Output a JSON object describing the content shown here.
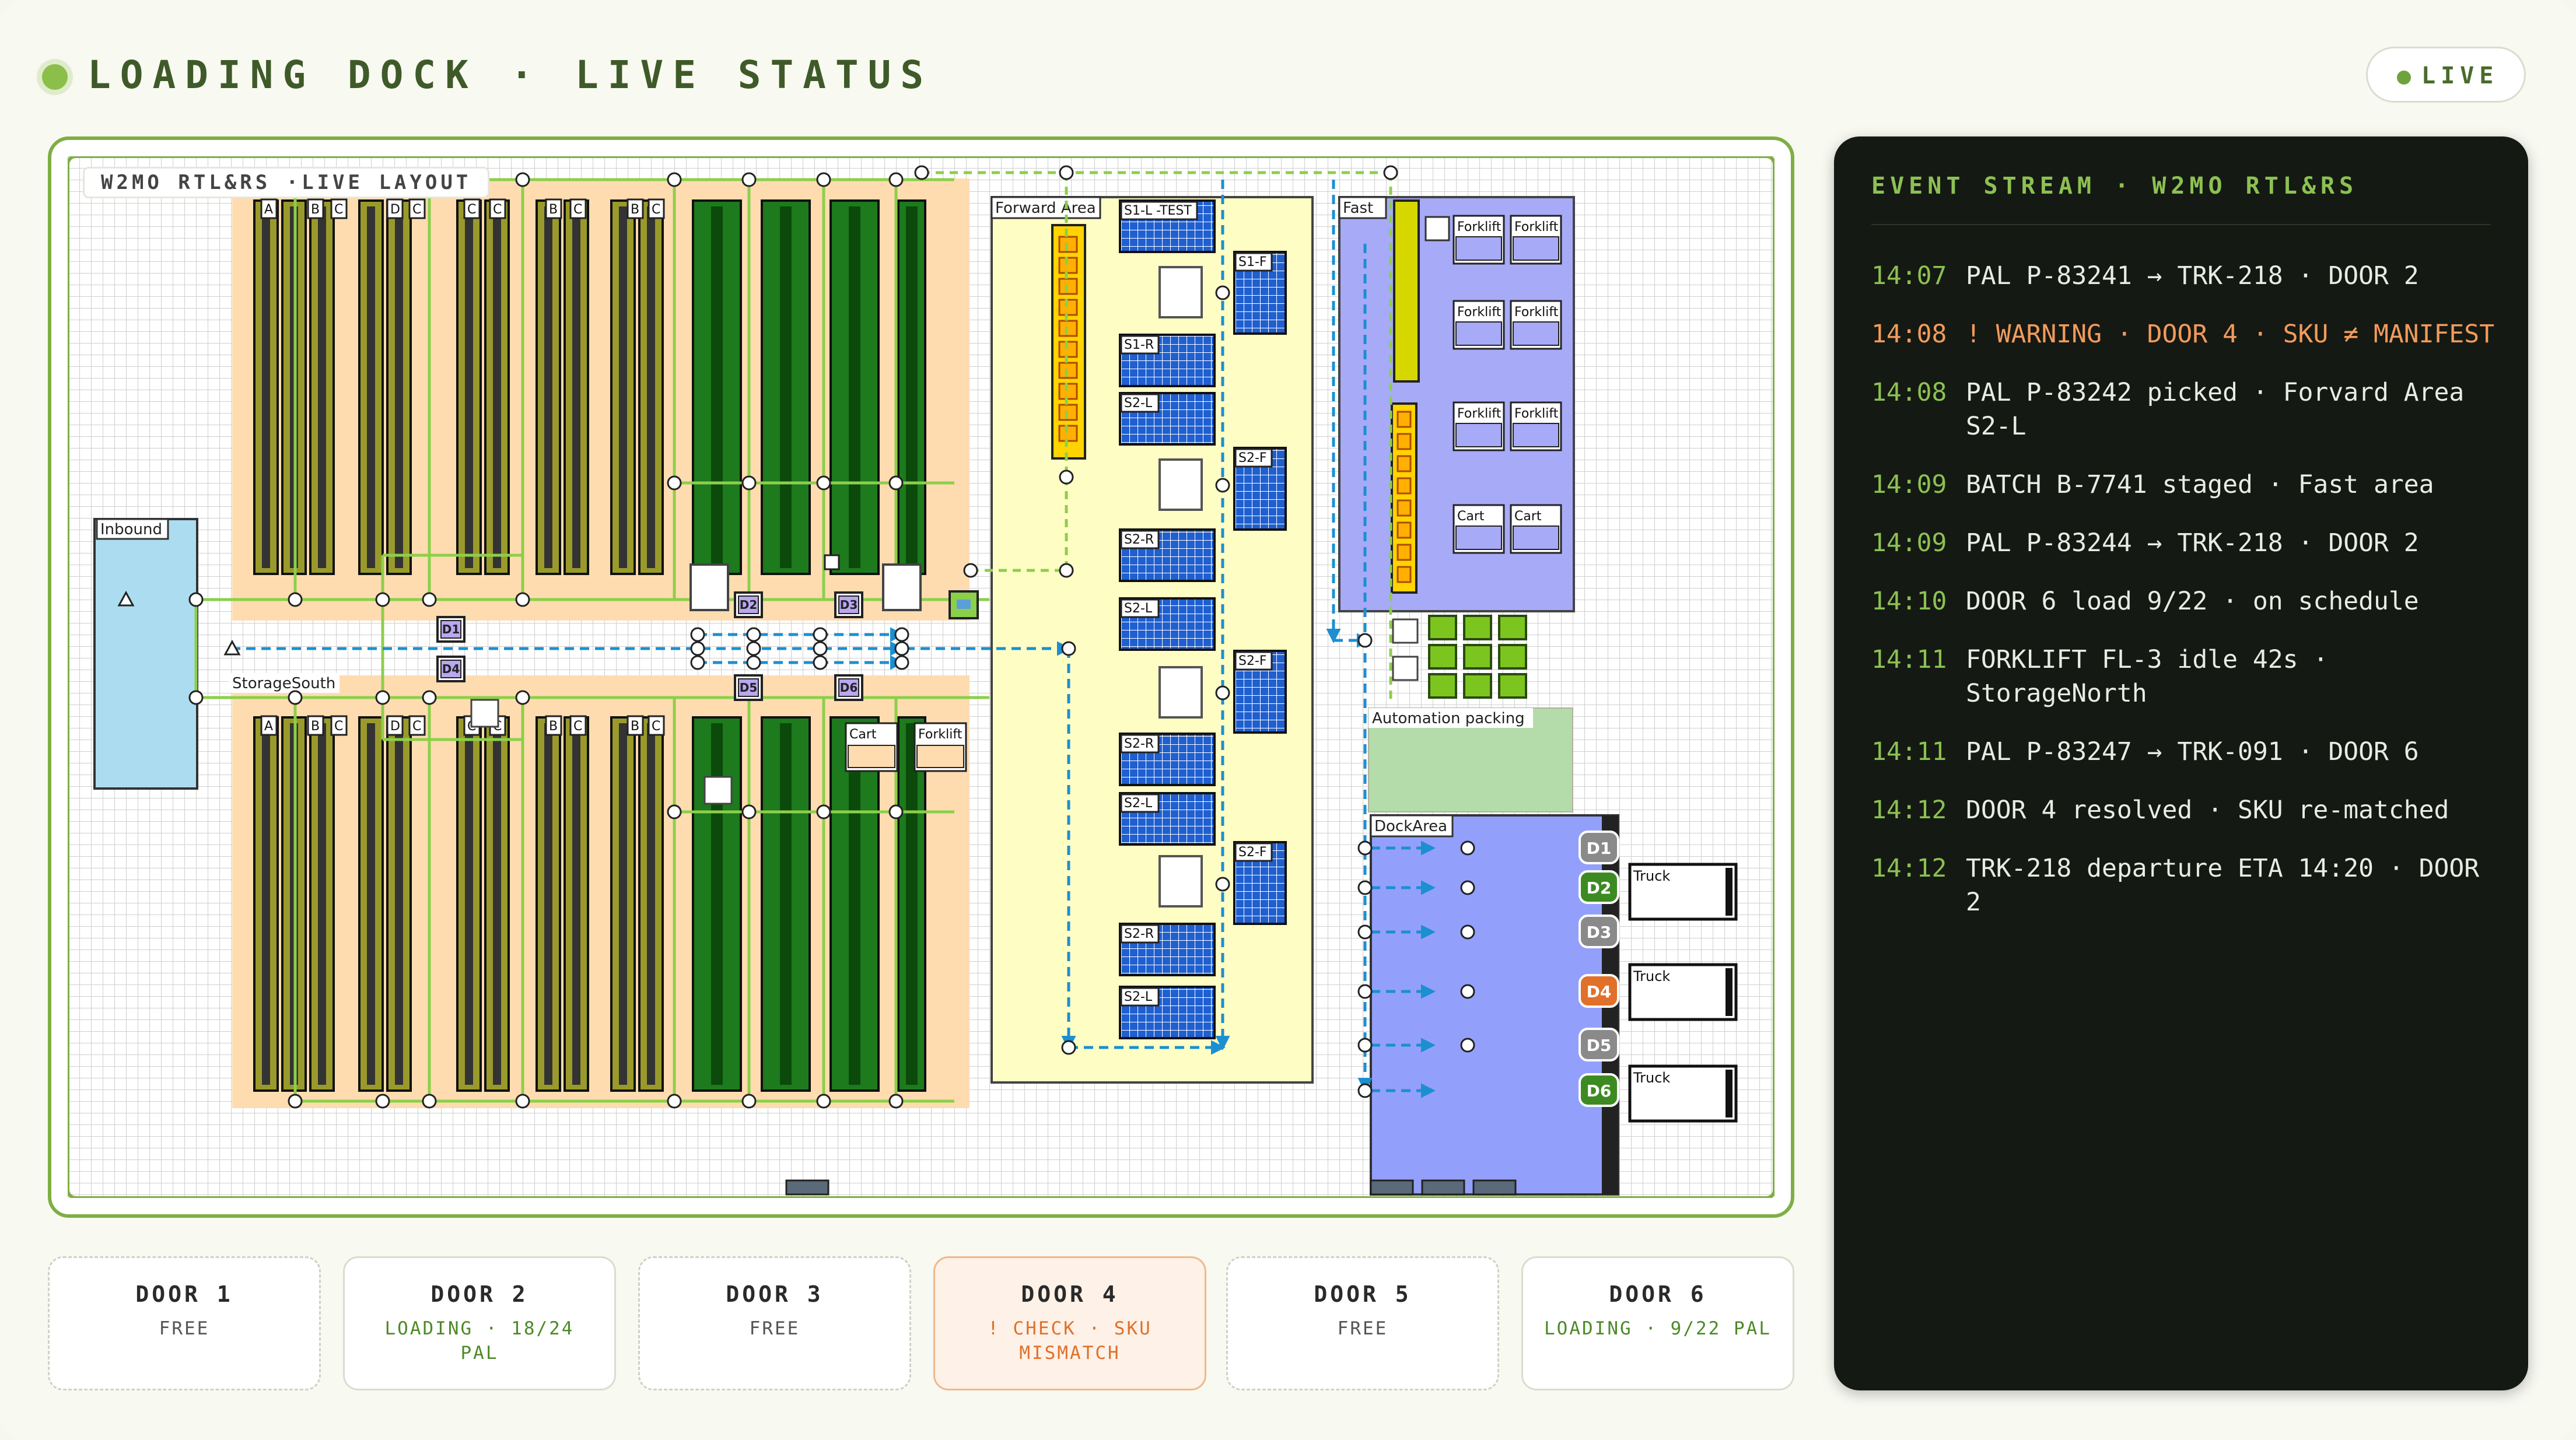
{
  "header": {
    "title": "LOADING DOCK · LIVE STATUS",
    "live_label": "LIVE"
  },
  "map": {
    "layout_label": "W2MO RTL&RS ·LIVE LAYOUT",
    "zones": {
      "inbound": "Inbound",
      "storage_south": "StorageSouth",
      "forward_area": "Forward Area",
      "fast_area": "Fast",
      "automation_packing": "Automation packing",
      "dock_area": "DockArea"
    },
    "rack_letters": [
      "A",
      "B",
      "C",
      "D"
    ],
    "forward_labels": [
      "S1-L -TEST",
      "S1-F",
      "S1-R",
      "S2-L",
      "S2-F",
      "S2-R",
      "S2-L",
      "S2-F",
      "S2-R",
      "S2-L",
      "S2-F",
      "S2-R",
      "S2-L"
    ],
    "fast_labels": [
      "Forklift",
      "Forklift",
      "Forklift",
      "Forklift",
      "Forklift",
      "Forklift",
      "Cart",
      "Cart"
    ],
    "south_labels": {
      "cart": "Cart",
      "forklift": "Forklift"
    },
    "d_markers": [
      "D1",
      "D2",
      "D3",
      "D4",
      "D5",
      "D6"
    ],
    "dock_doors": [
      {
        "label": "D1",
        "state": "free"
      },
      {
        "label": "D2",
        "state": "loading"
      },
      {
        "label": "D3",
        "state": "free"
      },
      {
        "label": "D4",
        "state": "warning"
      },
      {
        "label": "D5",
        "state": "free"
      },
      {
        "label": "D6",
        "state": "loading"
      }
    ],
    "truck_label": "Truck"
  },
  "doors": [
    {
      "name": "DOOR 1",
      "status": "FREE",
      "state": "free"
    },
    {
      "name": "DOOR 2",
      "status": "LOADING · 18/24 PAL",
      "state": "loading"
    },
    {
      "name": "DOOR 3",
      "status": "FREE",
      "state": "free"
    },
    {
      "name": "DOOR 4",
      "status": "! CHECK · SKU MISMATCH",
      "state": "warn"
    },
    {
      "name": "DOOR 5",
      "status": "FREE",
      "state": "free"
    },
    {
      "name": "DOOR 6",
      "status": "LOADING · 9/22 PAL",
      "state": "loading"
    }
  ],
  "stream": {
    "title": "EVENT STREAM · W2MO RTL&RS",
    "events": [
      {
        "time": "14:07",
        "text": "PAL P-83241 → TRK-218 · DOOR 2"
      },
      {
        "time": "14:08",
        "text": "! WARNING · DOOR 4 · SKU ≠ MANIFEST",
        "warn": true
      },
      {
        "time": "14:08",
        "text": "PAL P-83242 picked · Forvard Area S2-L"
      },
      {
        "time": "14:09",
        "text": "BATCH B-7741 staged · Fast area"
      },
      {
        "time": "14:09",
        "text": "PAL P-83244 → TRK-218 · DOOR 2"
      },
      {
        "time": "14:10",
        "text": "DOOR 6 load 9/22 · on schedule"
      },
      {
        "time": "14:11",
        "text": "FORKLIFT FL-3 idle 42s · StorageNorth"
      },
      {
        "time": "14:11",
        "text": "PAL P-83247 → TRK-091 · DOOR 6"
      },
      {
        "time": "14:12",
        "text": "DOOR 4 resolved · SKU re-matched"
      },
      {
        "time": "14:12",
        "text": "TRK-218 departure ETA 14:20 · DOOR 2"
      }
    ]
  },
  "colors": {
    "accent": "#7fae45",
    "storage": "#fedcb0",
    "forward": "#fefec4",
    "fast": "#a7aaf6",
    "dock": "#93a0fb",
    "inbound": "#acdcef",
    "warning": "#e0702a",
    "rack_olive": "#9a9a2c",
    "rack_green": "#1d7a1d",
    "rack_blue": "#1f5fd0"
  }
}
